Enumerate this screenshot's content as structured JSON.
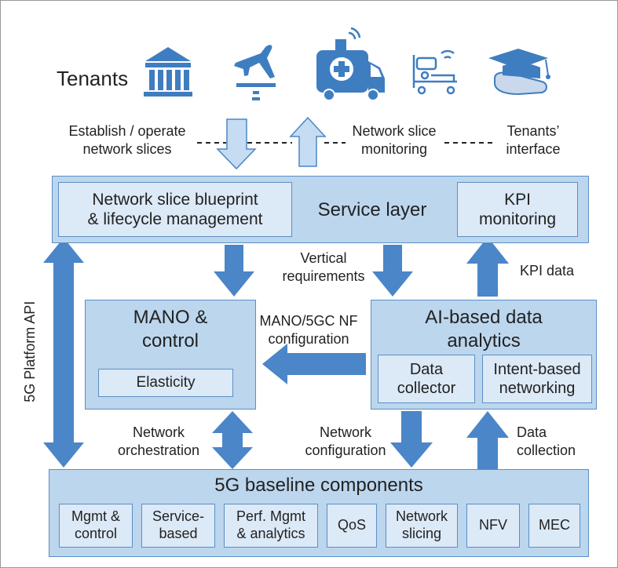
{
  "tenants": {
    "label": "Tenants",
    "icons": [
      "institution-icon",
      "airplane-icon",
      "ambulance-icon",
      "hospital-bed-icon",
      "graduation-cap-icon"
    ]
  },
  "interface": {
    "establish": "Establish / operate network slices",
    "establish_line1": "Establish / operate",
    "establish_line2": "network slices",
    "monitoring_line1": "Network slice",
    "monitoring_line2": "monitoring",
    "tenants_if_line1": "Tenants’",
    "tenants_if_line2": "interface"
  },
  "service_layer": {
    "title": "Service layer",
    "blueprint_line1": "Network slice blueprint",
    "blueprint_line2": "& lifecycle management",
    "kpi_line1": "KPI",
    "kpi_line2": "monitoring"
  },
  "flows": {
    "vertical_line1": "Vertical",
    "vertical_line2": "requirements",
    "kpi_data": "KPI data",
    "platform_api": "5G Platform API",
    "mano_cfg_line1": "MANO/5GC NF",
    "mano_cfg_line2": "configuration",
    "net_orch_line1": "Network",
    "net_orch_line2": "orchestration",
    "net_cfg_line1": "Network",
    "net_cfg_line2": "configuration",
    "data_coll_line1": "Data",
    "data_coll_line2": "collection"
  },
  "mano": {
    "title_line1": "MANO &",
    "title_line2": "control",
    "elasticity": "Elasticity"
  },
  "analytics": {
    "title_line1": "AI-based data",
    "title_line2": "analytics",
    "collector_line1": "Data",
    "collector_line2": "collector",
    "ibn_line1": "Intent-based",
    "ibn_line2": "networking"
  },
  "baseline": {
    "title": "5G baseline components",
    "components": [
      {
        "line1": "Mgmt &",
        "line2": "control"
      },
      {
        "line1": "Service-",
        "line2": "based"
      },
      {
        "line1": "Perf. Mgmt",
        "line2": "& analytics"
      },
      {
        "line1": "QoS",
        "line2": ""
      },
      {
        "line1": "Network",
        "line2": "slicing"
      },
      {
        "line1": "NFV",
        "line2": ""
      },
      {
        "line1": "MEC",
        "line2": ""
      }
    ]
  },
  "colors": {
    "arrow_fill": "#4a86c8",
    "arrow_light": "#c6dcf2",
    "box_outer": "#bcd6ee",
    "box_inner": "#dce9f7",
    "border": "#5b8fc4",
    "icon": "#3f7dc1"
  }
}
